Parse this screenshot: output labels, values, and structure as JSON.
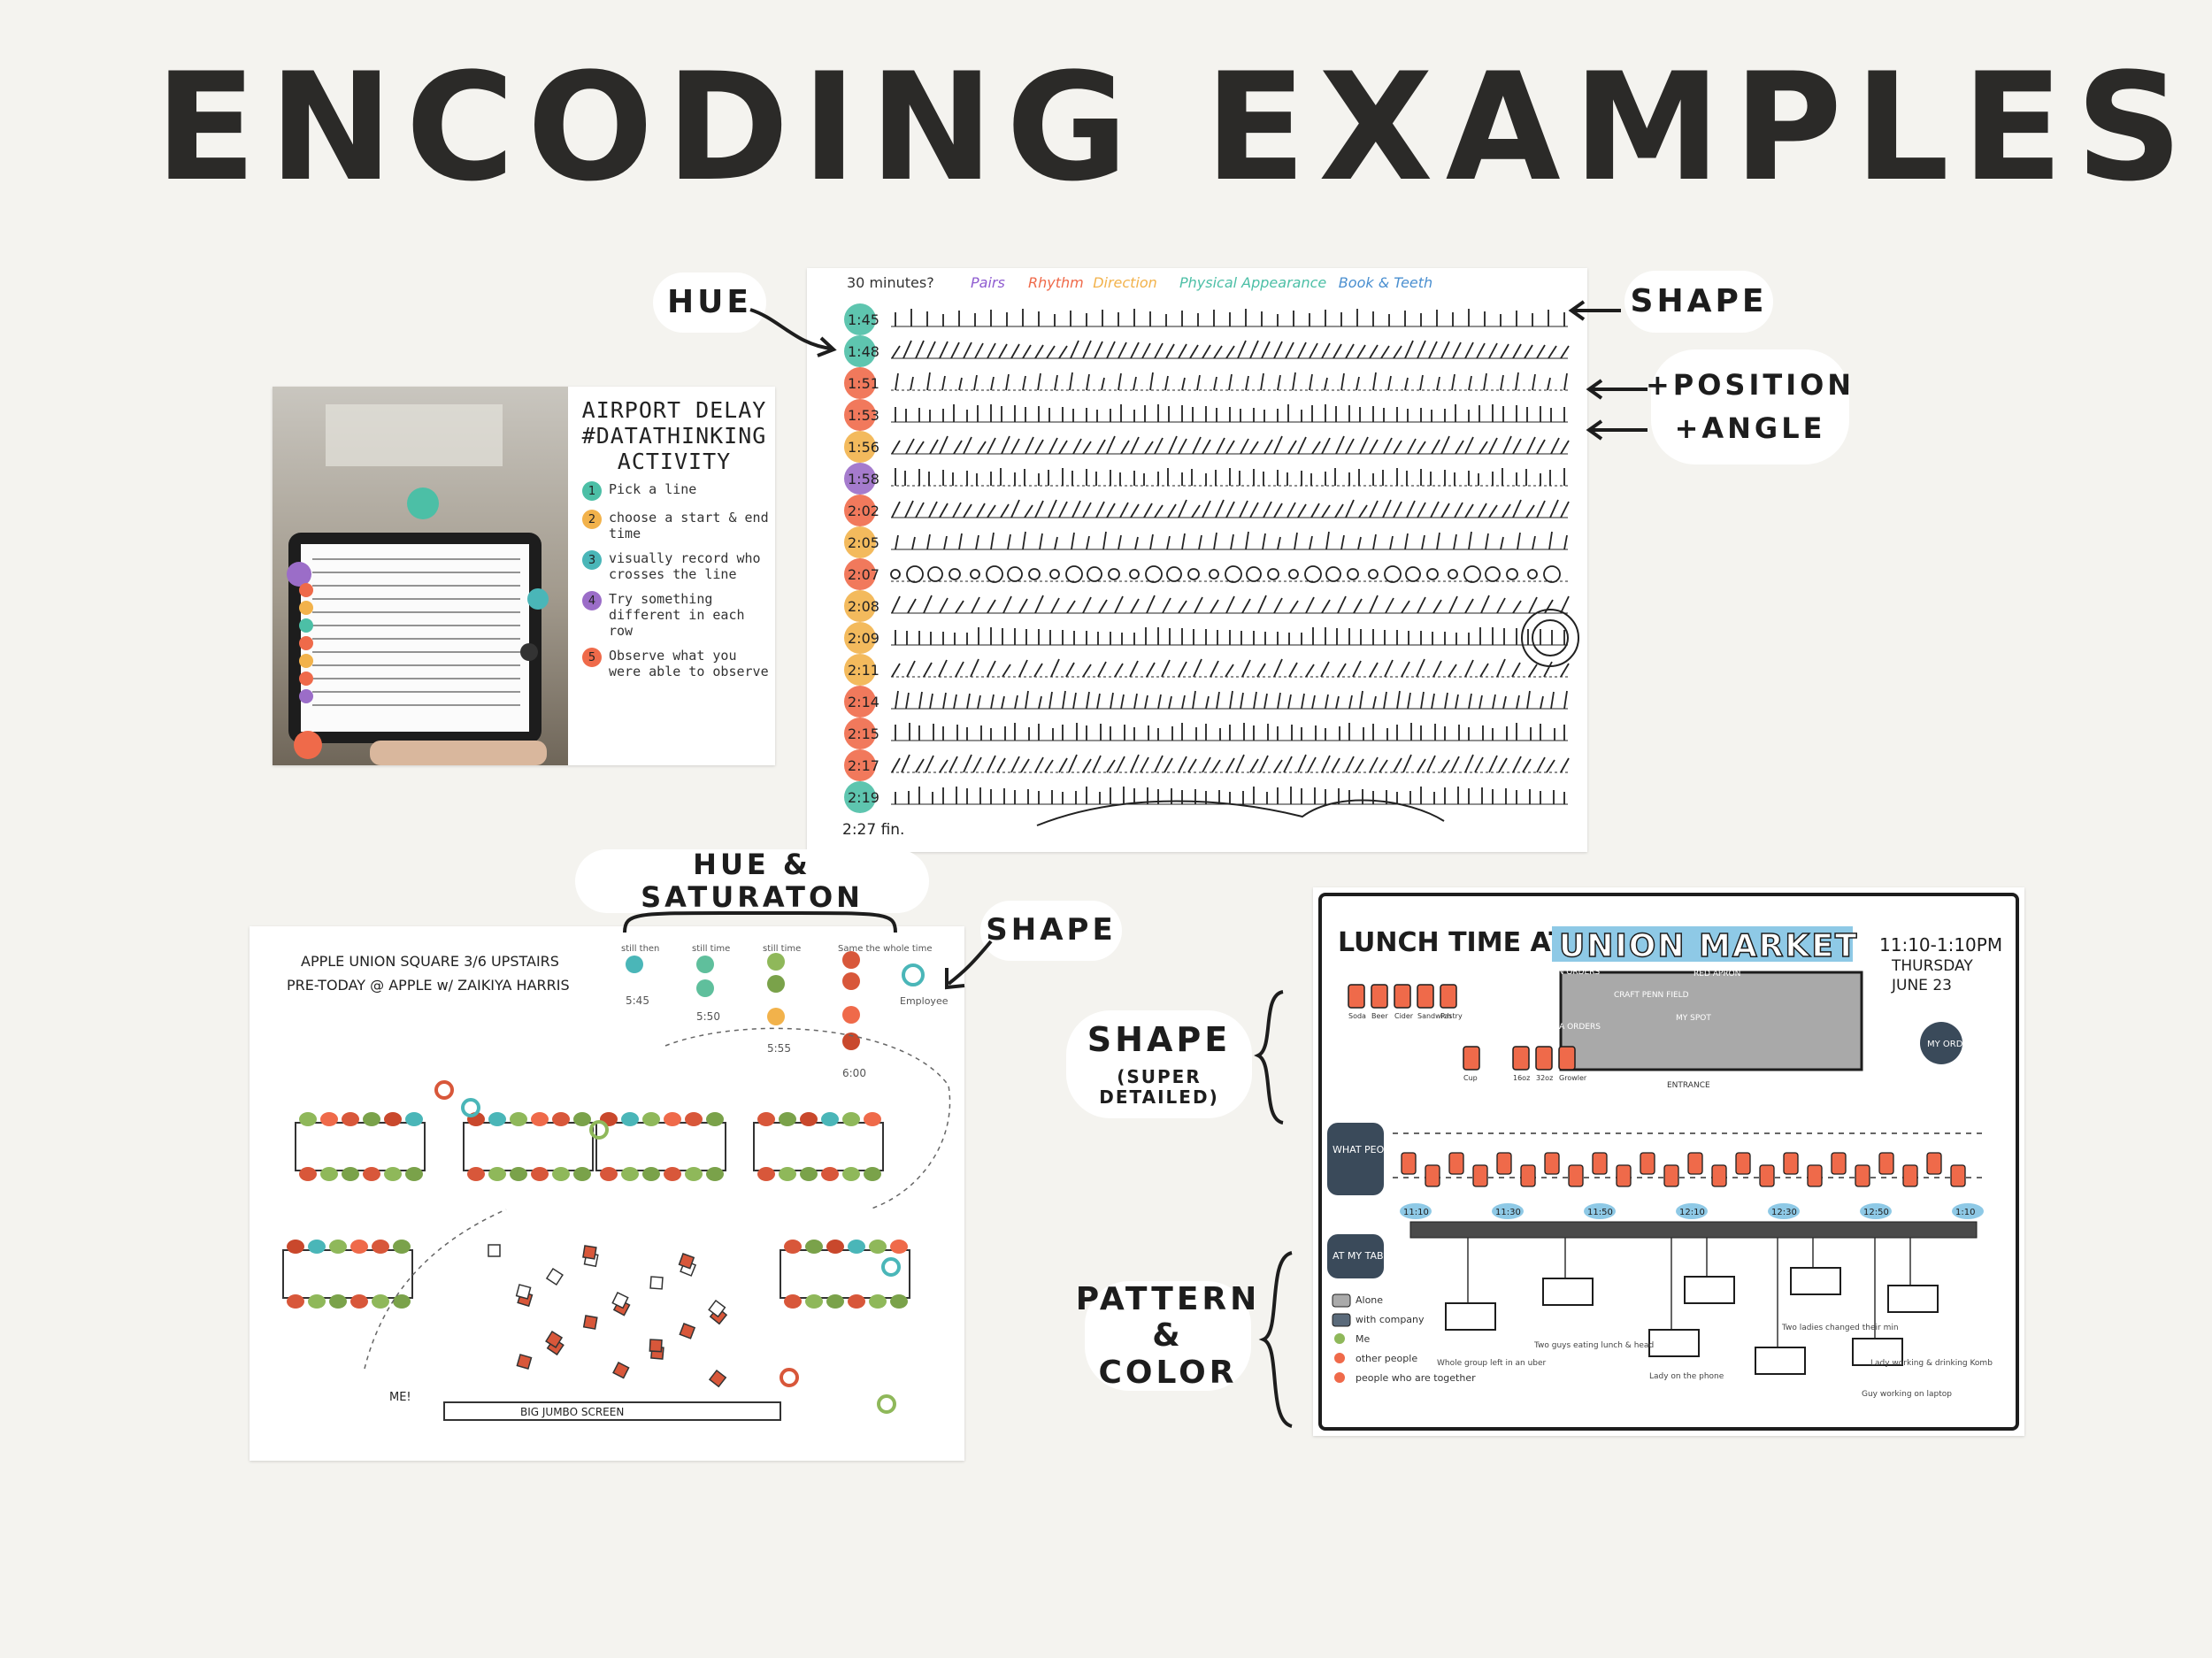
{
  "title": "ENCODING EXAMPLES",
  "callouts": {
    "hue": "HUE",
    "shape_top": "SHAPE",
    "position": "+POSITION",
    "angle": "+ANGLE",
    "hue_saturation": "HUE & SATURATON",
    "shape_mid": "SHAPE",
    "shape_detailed": "SHAPE",
    "super_detailed": "(SUPER DETAILED)",
    "pattern": "PATTERN",
    "color": "& COLOR"
  },
  "airport": {
    "heading": [
      "AIRPORT DELAY",
      "#DATATHINKING",
      "ACTIVITY"
    ],
    "steps": [
      {
        "n": "1",
        "text": "Pick a line",
        "color": "#4cbfa6"
      },
      {
        "n": "2",
        "text": "choose a start & end time",
        "color": "#f2b24b"
      },
      {
        "n": "3",
        "text": "visually record who crosses the line",
        "color": "#4ab6b8"
      },
      {
        "n": "4",
        "text": "Try something different in each row",
        "color": "#9b6dc8"
      },
      {
        "n": "5",
        "text": "Observe what you were able to observe",
        "color": "#ef6a4a"
      }
    ]
  },
  "sketch": {
    "header": "30 minutes?",
    "legend": [
      {
        "label": "Pairs",
        "color": "#8e5bd0"
      },
      {
        "label": "Rhythm",
        "color": "#ef6a4a"
      },
      {
        "label": "Direction",
        "color": "#f2b24b"
      },
      {
        "label": "Physical Appearance",
        "color": "#4cbfa6"
      },
      {
        "label": "Book & Teeth",
        "color": "#4a8fd0"
      }
    ],
    "times": [
      "1:45",
      "1:48",
      "1:51",
      "1:53",
      "1:56",
      "1:58",
      "2:02",
      "2:05",
      "2:07",
      "2:08",
      "2:09",
      "2:11",
      "2:14",
      "2:15",
      "2:17",
      "2:19"
    ],
    "time_colors": [
      "#4cbfa6",
      "#4cbfa6",
      "#ef6a4a",
      "#ef6a4a",
      "#f2b24b",
      "#9b6dc8",
      "#ef6a4a",
      "#f2b24b",
      "#ef6a4a",
      "#f2b24b",
      "#f2b24b",
      "#f2b24b",
      "#ef6a4a",
      "#ef6a4a",
      "#ef6a4a",
      "#4cbfa6"
    ],
    "end": "2:27 fin."
  },
  "apple": {
    "title1": "APPLE UNION SQUARE 3/6 UPSTAIRS",
    "title2": "PRE-TODAY @ APPLE w/ ZAIKIYA HARRIS",
    "legend_labels": [
      "still then",
      "still time",
      "still time",
      "Same the whole time"
    ],
    "times": [
      "5:45",
      "5:50",
      "5:55",
      "6:00"
    ],
    "legend_note": "Employee",
    "me": "ME!",
    "screen": "BIG JUMBO SCREEN"
  },
  "lunch": {
    "title_a": "LUNCH TIME AT",
    "title_b": "UNION MARKET",
    "date": [
      "11:10-1:10PM",
      "THURSDAY",
      "JUNE 23"
    ],
    "map_labels": [
      "RED APRON ORDERS",
      "RED APRON",
      "CRAFT PENN FIELD",
      "MY SPOT",
      "KOMBUCHA ORDERS",
      "ENTRANCE"
    ],
    "items": [
      "Soda",
      "Beer",
      "Cider",
      "Sandwich",
      "Pastry",
      "Cup",
      "16oz",
      "32oz",
      "Growler"
    ],
    "side_labels": [
      "WHAT PEOPLE BOUGHT",
      "AT MY TABLE"
    ],
    "my_order": "MY ORDER!",
    "timeline": [
      "11:10",
      "11:30",
      "11:50",
      "12:10",
      "12:30",
      "12:50",
      "1:10"
    ],
    "legend": [
      "Alone",
      "with company",
      "Me",
      "other people",
      "people who are together"
    ],
    "notes": [
      "Two guys eating lunch & heading back to work",
      "Whole group left in an uber to Nats Stadium",
      "Lady on the phone",
      "Lady working & drinking Kombucha",
      "Guy working on laptop",
      "Two ladies changed their minds"
    ]
  }
}
